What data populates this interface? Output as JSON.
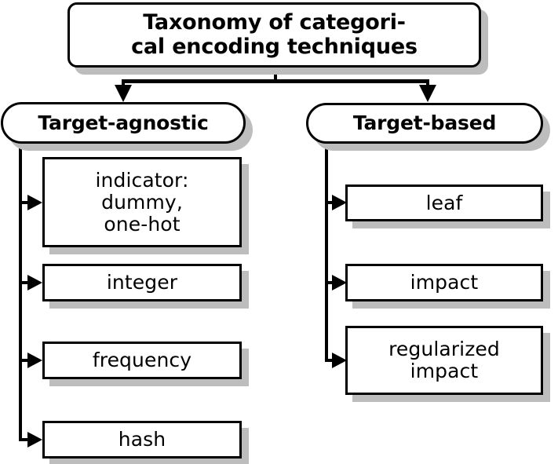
{
  "diagram": {
    "type": "tree-taxonomy",
    "root": {
      "label": "Taxonomy of categori-\ncal encoding techniques",
      "shape": "rounded-rectangle",
      "border_color": "#000000",
      "fill_color": "#ffffff",
      "shadow_color": "#bdbdbd"
    },
    "branches": [
      {
        "label": "Target-agnostic",
        "shape": "pill",
        "children": [
          {
            "label": "indicator:\ndummy,\none-hot"
          },
          {
            "label": "integer"
          },
          {
            "label": "frequency"
          },
          {
            "label": "hash"
          }
        ]
      },
      {
        "label": "Target-based",
        "shape": "pill",
        "children": [
          {
            "label": "leaf"
          },
          {
            "label": "impact"
          },
          {
            "label": "regularized\nimpact"
          }
        ]
      }
    ]
  }
}
